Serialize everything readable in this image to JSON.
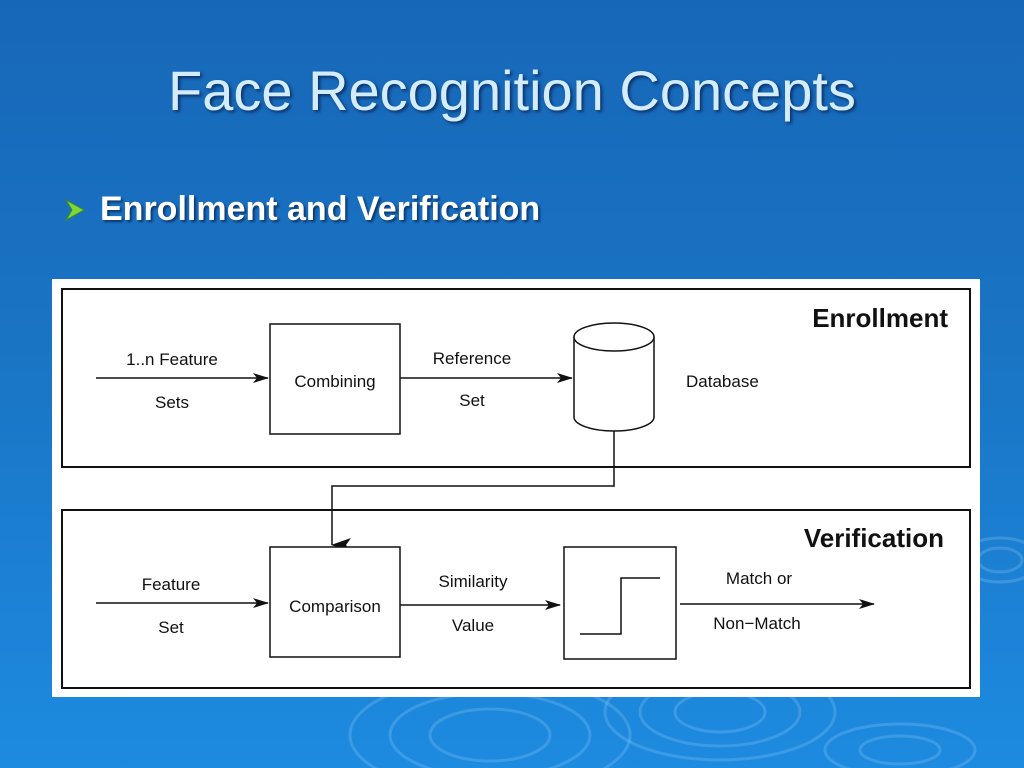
{
  "slide": {
    "title": "Face Recognition Concepts",
    "bullet": "Enrollment and Verification"
  },
  "diagram": {
    "enrollment": {
      "header": "Enrollment",
      "input_label_line1": "1..n Feature",
      "input_label_line2": "Sets",
      "process_box": "Combining",
      "output_label_line1": "Reference",
      "output_label_line2": "Set",
      "storage": "Database"
    },
    "verification": {
      "header": "Verification",
      "input_label_line1": "Feature",
      "input_label_line2": "Set",
      "process_box": "Comparison",
      "output_label_line1": "Similarity",
      "output_label_line2": "Value",
      "result_label_line1": "Match or",
      "result_label_line2": "Non−Match"
    }
  },
  "colors": {
    "background": "#1a74c4",
    "title_text": "#d3ecff",
    "bullet_arrow": "#7fd63a"
  },
  "icons": {
    "bullet": "arrowhead-bullet-icon",
    "database": "database-cylinder-icon",
    "threshold": "step-function-icon"
  }
}
